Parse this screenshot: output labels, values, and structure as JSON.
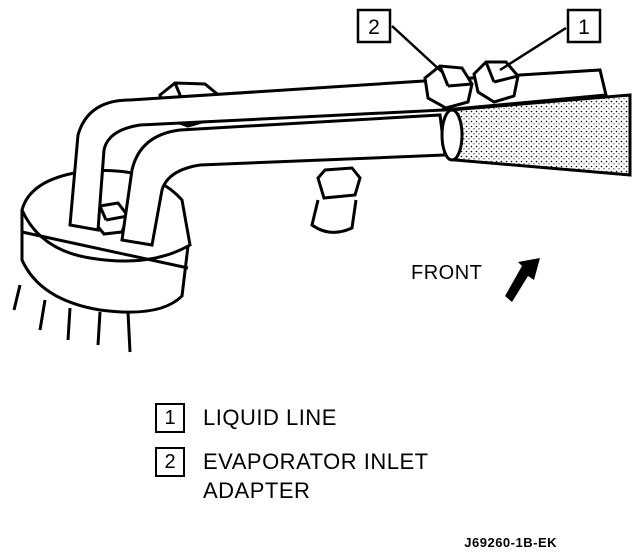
{
  "callouts": [
    {
      "number": "2"
    },
    {
      "number": "1"
    }
  ],
  "direction_label": "FRONT",
  "legend": [
    {
      "number": "1",
      "text": "LIQUID LINE"
    },
    {
      "number": "2",
      "text": "EVAPORATOR INLET\nADAPTER"
    }
  ],
  "figure_id": "J69260-1B-EK"
}
